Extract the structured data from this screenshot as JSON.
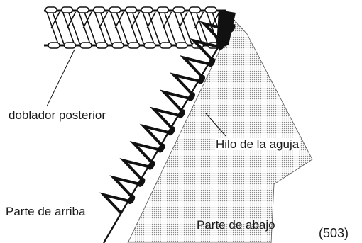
{
  "labels": {
    "back_folder": "doblador posterior",
    "needle_thread": "Hilo de la aguja",
    "top_side": "Parte de arriba",
    "bottom_side": "Parte de abajo",
    "figure_number": "(503)"
  }
}
